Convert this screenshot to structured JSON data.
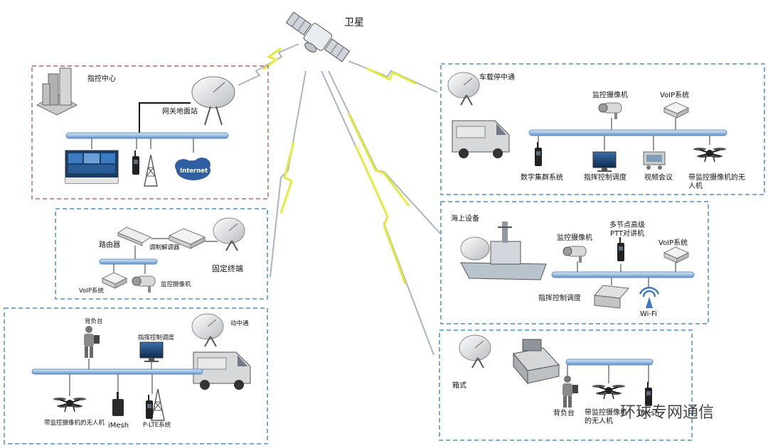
{
  "satellite": {
    "label": "卫星"
  },
  "command_center": {
    "title": "指控中心",
    "gateway_label": "网关地面站",
    "cloud_label": "Internet"
  },
  "fixed_terminal": {
    "router_label": "路由器",
    "modem_label": "调制解调器",
    "terminal_label": "固定终端",
    "voip_label": "VoIP系统",
    "camera_label": "监控摄像机"
  },
  "mobile_comm": {
    "backpack_label": "背负台",
    "dispatch_label": "指挥控制调度",
    "vehicle_label": "动中通",
    "drone_label": "带监控摄像机的无人机",
    "imesh_label": "iMesh",
    "plte_label": "P-LTE系统"
  },
  "vehicle_stop": {
    "title": "车载停中通",
    "camera_label": "监控摄像机",
    "voip_label": "VoIP系统",
    "trunk_label": "数字集群系统",
    "dispatch_label": "指挥控制调度",
    "video_label": "视频会议",
    "drone_label": "带监控摄像机的无人机"
  },
  "maritime": {
    "title": "海上设备",
    "camera_label": "监控摄像机",
    "ptt_label": "多节点高级PTT对讲机",
    "voip_label": "VoIP系统",
    "dispatch_label": "指挥控制调度",
    "wifi_label": "Wi-Fi"
  },
  "box_type": {
    "title": "箱式",
    "backpack_label": "背负台",
    "drone_label": "带监控摄像机的无人机",
    "imesh_label": "iMesh"
  },
  "watermark": {
    "text": "环球专网通信"
  },
  "colors": {
    "red_dashed": "#b56a6a",
    "blue_dashed": "#4a90c8",
    "bus_blue": "#8fb4dc",
    "link_yellow": "#e6ea3c"
  }
}
